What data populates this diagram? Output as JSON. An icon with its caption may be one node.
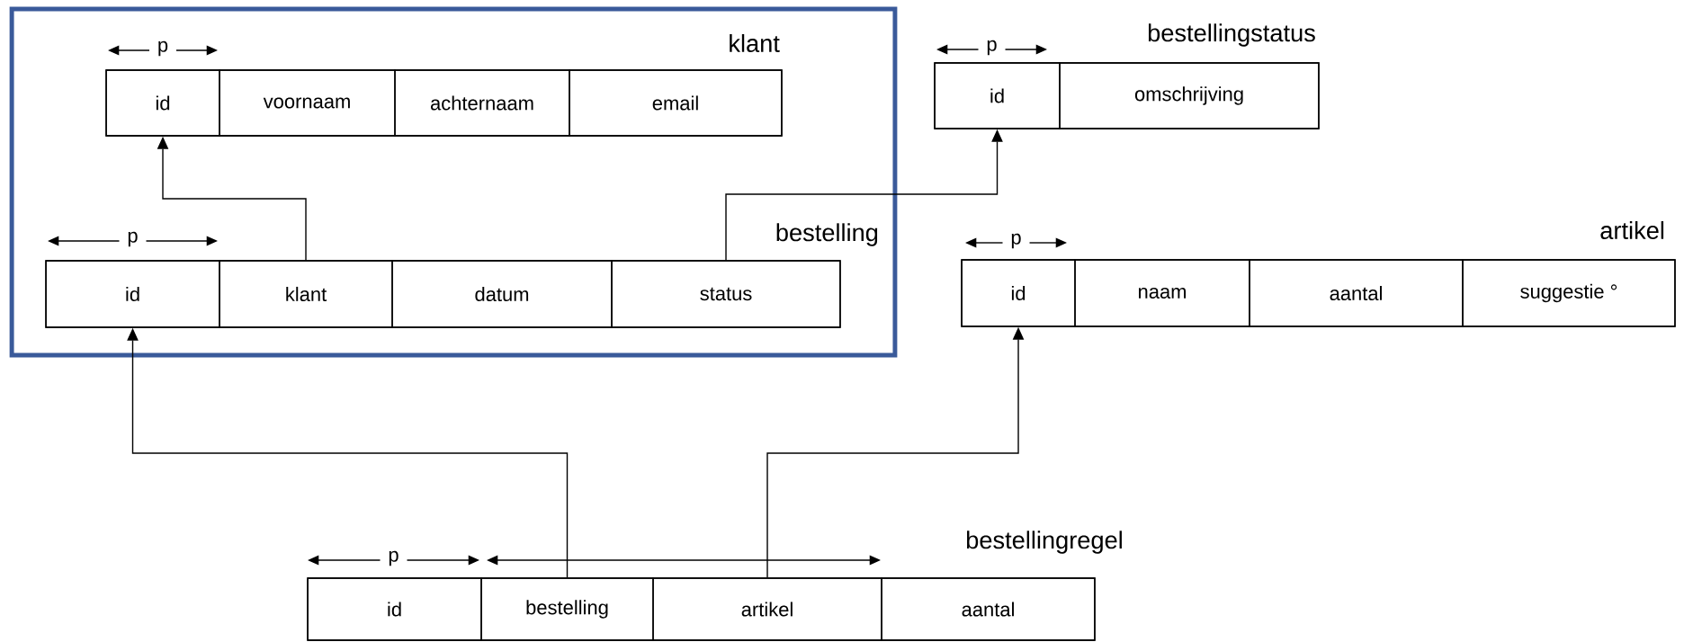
{
  "diagram": {
    "nodes": [
      {
        "text": [],
        "shape": "box"
      },
      {
        "text": [
          "klant"
        ],
        "in": 0
      },
      {
        "text": [
          "id"
        ],
        "in": 1
      },
      {
        "text": [
          "voornaam"
        ],
        "in": 1
      },
      {
        "text": [
          "achternaam"
        ],
        "in": 1
      },
      {
        "text": [
          "email"
        ],
        "in": 1
      },
      {
        "text": [
          "bestelling"
        ],
        "in": 0
      },
      {
        "text": [
          "id"
        ],
        "in": 6
      },
      {
        "text": [
          "klant"
        ],
        "in": 6
      },
      {
        "text": [
          "datum"
        ],
        "in": 6
      },
      {
        "text": [
          "status"
        ],
        "in": 6
      },
      {
        "text": [
          "bestellingstatus"
        ]
      },
      {
        "text": [
          "id"
        ],
        "in": 11
      },
      {
        "text": [
          "omschrijving"
        ],
        "in": 11
      },
      {
        "text": [
          "artikel"
        ]
      },
      {
        "text": [
          "id"
        ],
        "in": 14
      },
      {
        "text": [
          "naam"
        ],
        "in": 14
      },
      {
        "text": [
          "aantal"
        ],
        "in": 14
      },
      {
        "text": [
          "suggestie °"
        ],
        "in": 14
      },
      {
        "text": [
          "bestellingregel"
        ]
      },
      {
        "text": [
          "id"
        ],
        "in": 19
      },
      {
        "text": [
          "bestelling"
        ],
        "in": 19
      },
      {
        "text": [
          "artikel"
        ],
        "in": 19
      },
      {
        "text": [
          "aantal"
        ],
        "in": 19
      }
    ],
    "edges": [
      {
        "from": 8,
        "to": 2,
        "arrow": "to"
      },
      {
        "from": 10,
        "to": 12,
        "arrow": "to"
      },
      {
        "from": 21,
        "to": 7,
        "arrow": "to"
      },
      {
        "from": 22,
        "to": 15,
        "arrow": "to"
      }
    ],
    "labels": [
      "p",
      "p",
      "p",
      "p",
      "p"
    ]
  }
}
